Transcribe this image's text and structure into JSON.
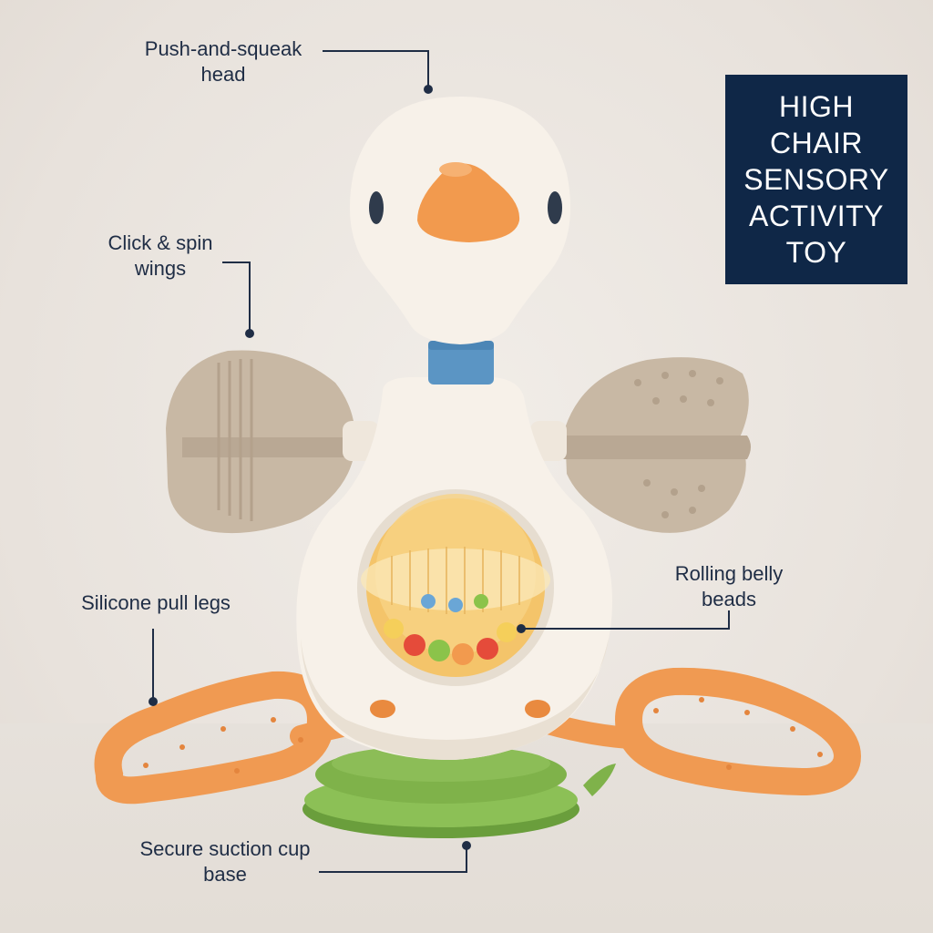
{
  "title_box": {
    "lines": [
      "HIGH",
      "CHAIR",
      "SENSORY",
      "ACTIVITY",
      "TOY"
    ],
    "background": "#0f2747",
    "text_color": "#ffffff"
  },
  "callouts": {
    "head": {
      "line1": "Push-and-squeak",
      "line2": "head"
    },
    "wings": {
      "line1": "Click & spin",
      "line2": "wings"
    },
    "legs": {
      "line1": "Silicone pull legs"
    },
    "belly": {
      "line1": "Rolling belly",
      "line2": "beads"
    },
    "base": {
      "line1": "Secure suction cup",
      "line2": "base"
    }
  },
  "colors": {
    "body": "#f7f1e9",
    "beak": "#f29a4e",
    "neck_band": "#5b95c4",
    "wings": "#c8b8a4",
    "legs": "#f09a52",
    "base": "#7fb24a",
    "callout_text": "#1f2d45"
  }
}
